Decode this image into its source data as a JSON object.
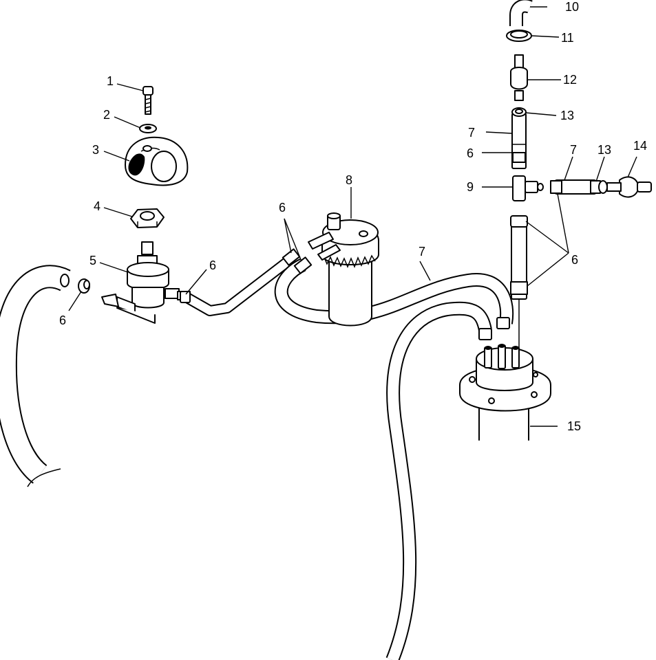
{
  "callouts": {
    "c1": "1",
    "c2": "2",
    "c3": "3",
    "c4": "4",
    "c5": "5",
    "c6_left": "6",
    "c6_reg": "6",
    "c6_top": "6",
    "c6_vertical": "6",
    "c6_right": "6",
    "c7_top": "7",
    "c7_mid": "7",
    "c7_right": "7",
    "c8": "8",
    "c9": "9",
    "c10": "10",
    "c11": "11",
    "c12": "12",
    "c13_top": "13",
    "c13_right": "13",
    "c14": "14",
    "c15": "15"
  }
}
